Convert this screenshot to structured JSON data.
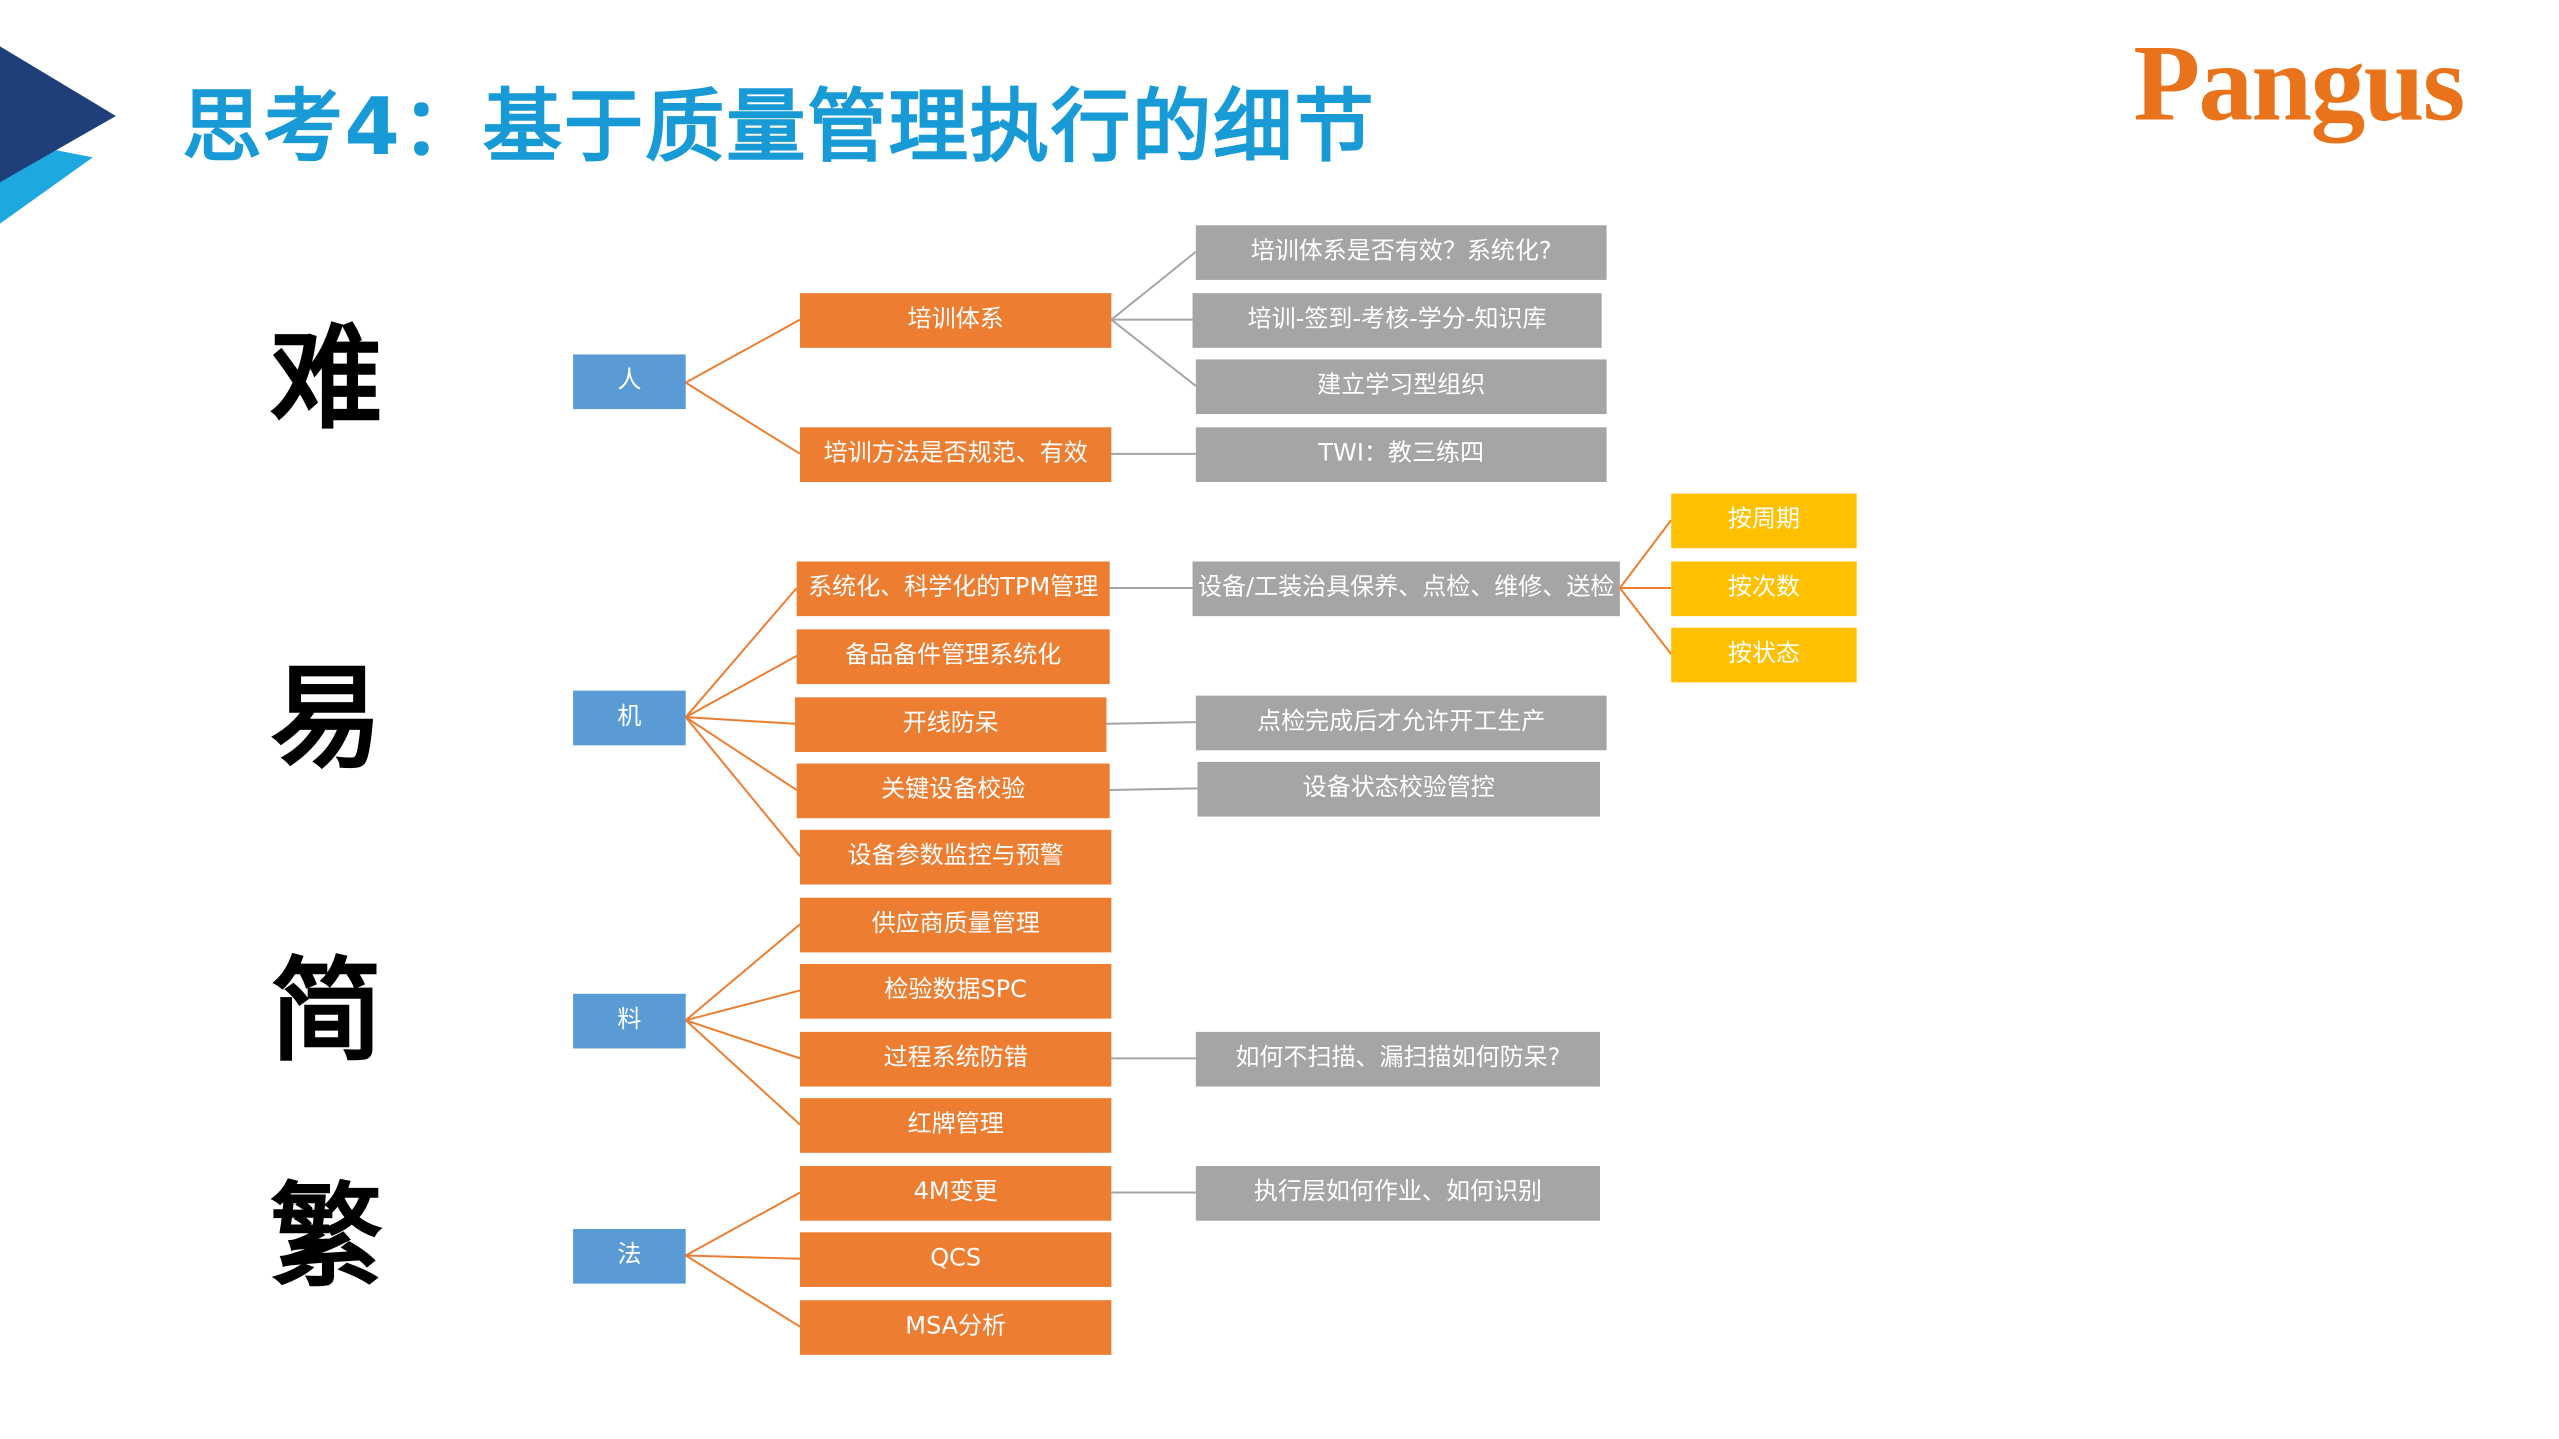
{
  "slide": {
    "title": "思考4：基于质量管理执行的细节",
    "logo_text": "Pangus",
    "side_labels": [
      "难",
      "易",
      "简",
      "繁"
    ]
  },
  "colors": {
    "title": "#189ad6",
    "logo": "#e8731a",
    "category": "#5b9bd5",
    "branch": "#ed7d31",
    "detail": "#a5a5a5",
    "sub_detail": "#ffc000",
    "accent_dark": "#1f3f7a",
    "accent_light": "#1ea8e0"
  },
  "mindmap": {
    "categories": [
      {
        "label": "人",
        "branches": [
          {
            "label": "培训体系",
            "details": [
              {
                "label": "培训体系是否有效？系统化?"
              },
              {
                "label": "培训-签到-考核-学分-知识库"
              },
              {
                "label": "建立学习型组织"
              }
            ]
          },
          {
            "label": "培训方法是否规范、有效",
            "details": [
              {
                "label": "TWI：教三练四"
              }
            ]
          }
        ]
      },
      {
        "label": "机",
        "branches": [
          {
            "label": "系统化、科学化的TPM管理",
            "details": [
              {
                "label": "设备/工装治具保养、点检、维修、送检",
                "sub_details": [
                  "按周期",
                  "按次数",
                  "按状态"
                ]
              }
            ]
          },
          {
            "label": "备品备件管理系统化"
          },
          {
            "label": "开线防呆",
            "details": [
              {
                "label": "点检完成后才允许开工生产"
              }
            ]
          },
          {
            "label": "关键设备校验",
            "details": [
              {
                "label": "设备状态校验管控"
              }
            ]
          },
          {
            "label": "设备参数监控与预警"
          }
        ]
      },
      {
        "label": "料",
        "branches": [
          {
            "label": "供应商质量管理"
          },
          {
            "label": "检验数据SPC"
          },
          {
            "label": "过程系统防错",
            "details": [
              {
                "label": "如何不扫描、漏扫描如何防呆?"
              }
            ]
          },
          {
            "label": "红牌管理"
          }
        ]
      },
      {
        "label": "法",
        "branches": [
          {
            "label": "4M变更",
            "details": [
              {
                "label": "执行层如何作业、如何识别"
              }
            ]
          },
          {
            "label": "QCS"
          },
          {
            "label": "MSA分析"
          }
        ]
      }
    ]
  }
}
